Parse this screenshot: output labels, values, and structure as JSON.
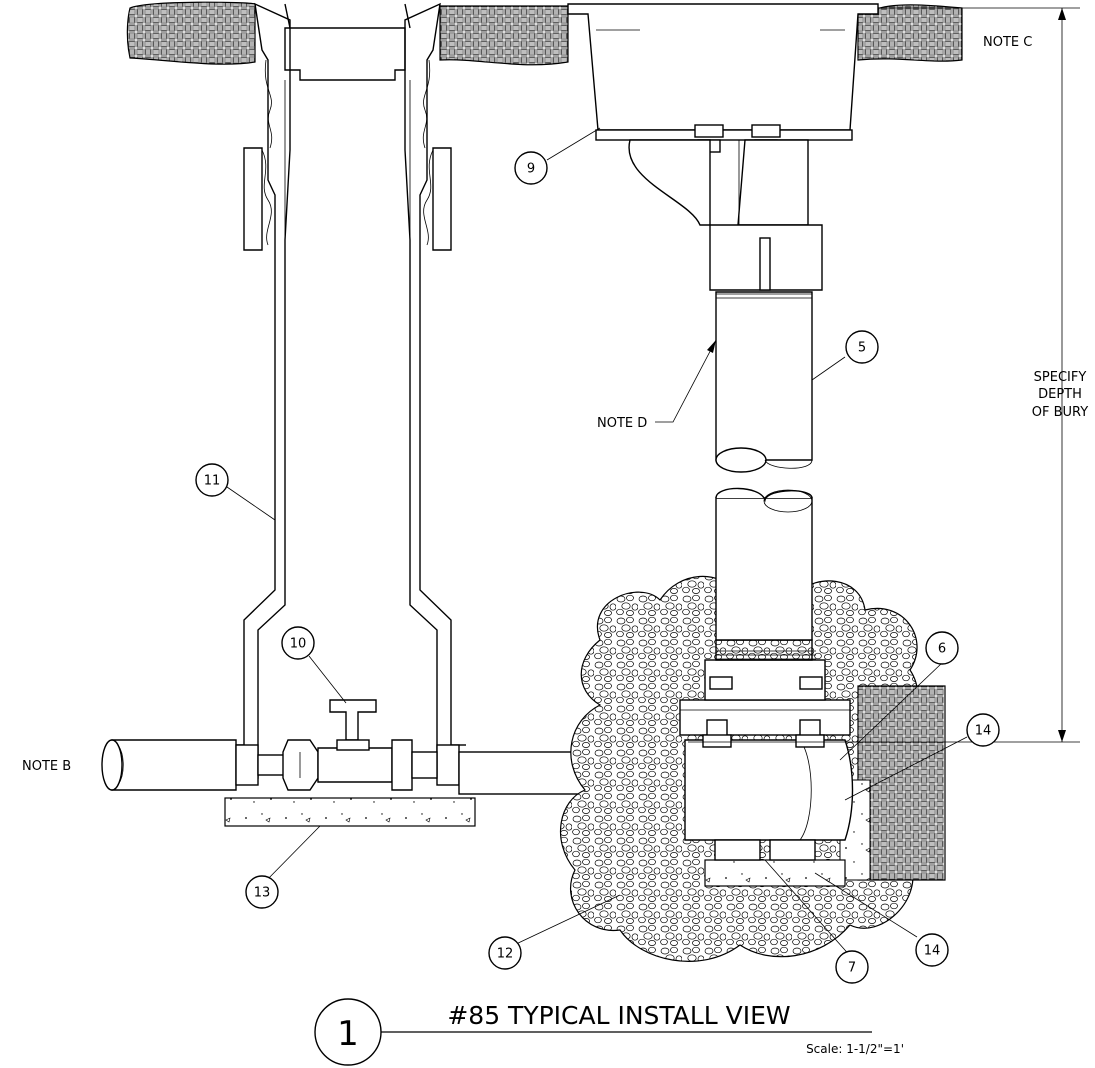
{
  "notes": {
    "note_b": "NOTE B",
    "note_c": "NOTE C",
    "note_d": "NOTE D",
    "depth_1": "SPECIFY",
    "depth_2": "DEPTH",
    "depth_3": "OF BURY"
  },
  "callouts": [
    "9",
    "5",
    "11",
    "10",
    "6",
    "14",
    "13",
    "12",
    "7",
    "14"
  ],
  "title_block": {
    "number": "1",
    "title": "#85 TYPICAL INSTALL VIEW",
    "scale": "Scale: 1-1/2\"=1'"
  }
}
